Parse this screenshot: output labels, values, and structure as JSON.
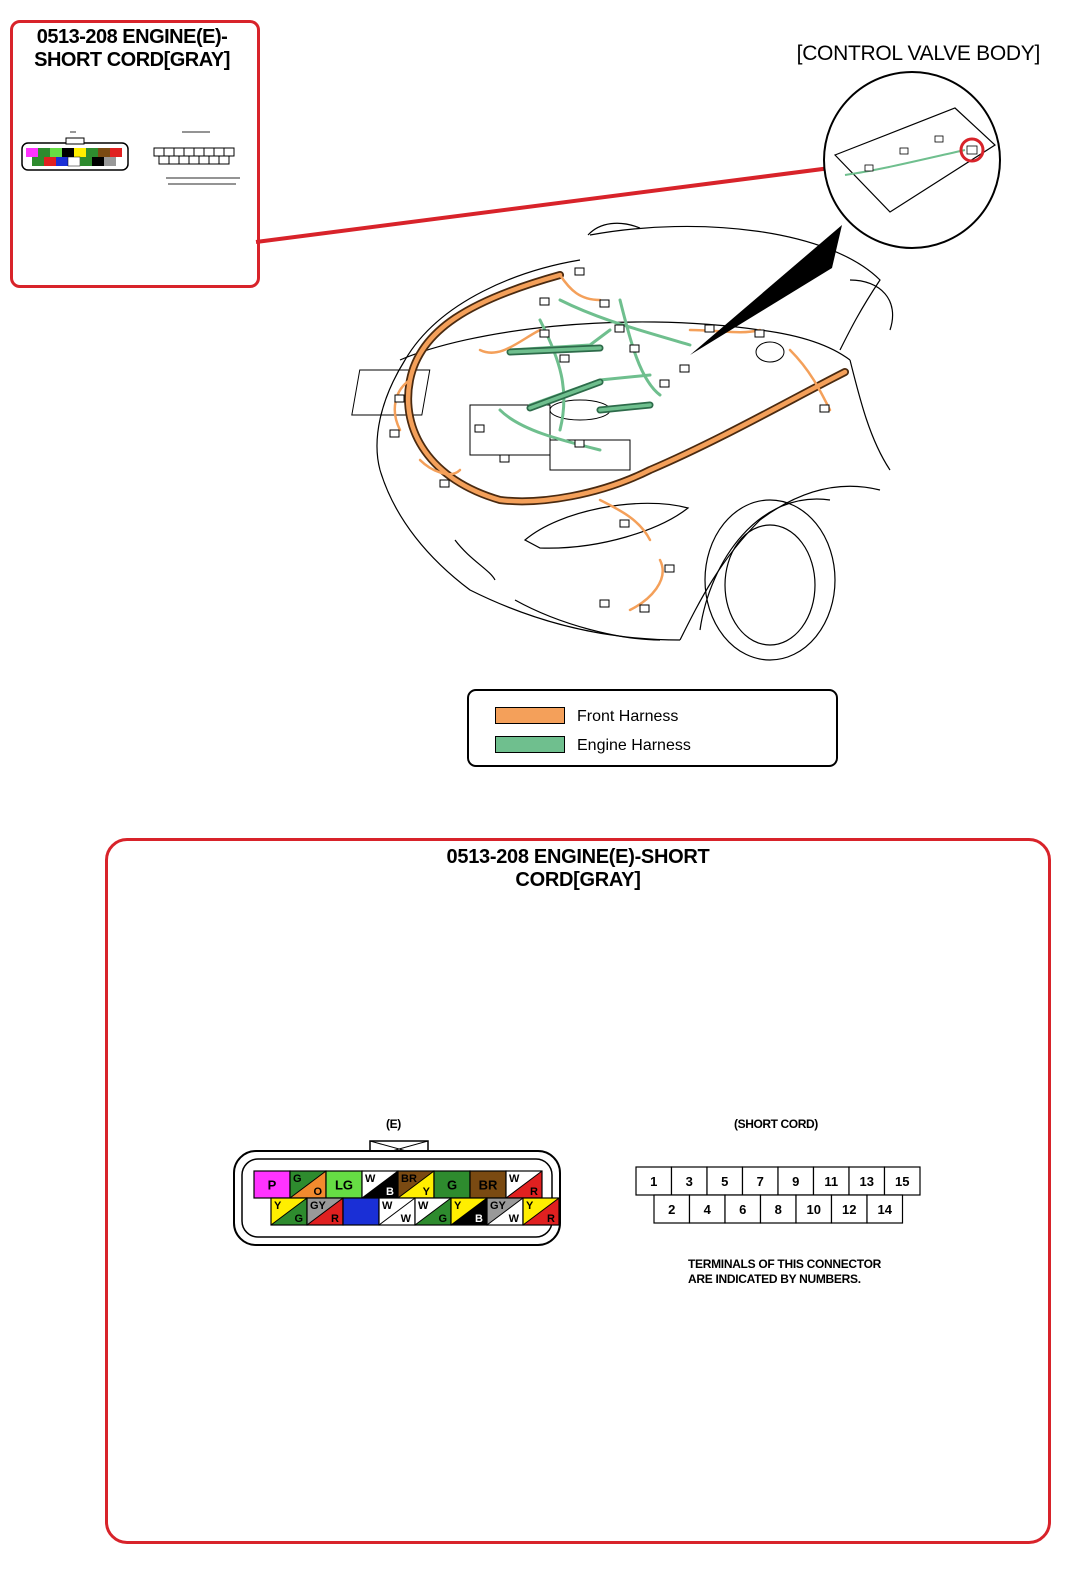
{
  "thumbnail": {
    "title_line1": "0513-208 ENGINE(E)-",
    "title_line2": "SHORT CORD[GRAY]"
  },
  "location": {
    "label": "[CONTROL VALVE BODY]"
  },
  "legend": {
    "items": [
      {
        "label": "Front Harness",
        "color": "#f4a05a"
      },
      {
        "label": "Engine Harness",
        "color": "#6fbf8e"
      }
    ]
  },
  "detail": {
    "title_line1": "0513-208 ENGINE(E)-SHORT",
    "title_line2": "CORD[GRAY]",
    "connector_e": {
      "label": "(E)",
      "top_row": [
        {
          "type": "solid",
          "color": "#ff33ff",
          "code": "P"
        },
        {
          "type": "split",
          "main": "#f28a2e",
          "stripe": "#2e8b2e",
          "code_main": "O",
          "code_stripe": "G"
        },
        {
          "type": "solid",
          "color": "#66dd44",
          "code": "LG"
        },
        {
          "type": "split",
          "main": "#000000",
          "stripe": "#ffffff",
          "code_main": "B",
          "code_stripe": "W"
        },
        {
          "type": "split",
          "main": "#ffee00",
          "stripe": "#7a4a12",
          "code_main": "Y",
          "code_stripe": "BR"
        },
        {
          "type": "solid",
          "color": "#2e8b2e",
          "code": "G"
        },
        {
          "type": "solid",
          "color": "#7a4a12",
          "code": "BR"
        },
        {
          "type": "split",
          "main": "#e02020",
          "stripe": "#ffffff",
          "code_main": "R",
          "code_stripe": "W"
        }
      ],
      "bottom_row": [
        {
          "type": "split",
          "main": "#2e8b2e",
          "stripe": "#ffee00",
          "code_main": "G",
          "code_stripe": "Y"
        },
        {
          "type": "split",
          "main": "#e02020",
          "stripe": "#999999",
          "code_main": "R",
          "code_stripe": "GY"
        },
        {
          "type": "solid",
          "color": "#1a2fd6",
          "code": ""
        },
        {
          "type": "split",
          "main": "#ffffff",
          "stripe": "#ffffff",
          "code_main": "W",
          "code_stripe": "W"
        },
        {
          "type": "split",
          "main": "#2e8b2e",
          "stripe": "#ffffff",
          "code_main": "G",
          "code_stripe": "W"
        },
        {
          "type": "split",
          "main": "#000000",
          "stripe": "#ffee00",
          "code_main": "B",
          "code_stripe": "Y"
        },
        {
          "type": "split",
          "main": "#ffffff",
          "stripe": "#999999",
          "code_main": "W",
          "code_stripe": "GY"
        },
        {
          "type": "split",
          "main": "#e02020",
          "stripe": "#ffee00",
          "code_main": "R",
          "code_stripe": "Y"
        }
      ]
    },
    "short_cord": {
      "label": "(SHORT CORD)",
      "top_row": [
        "1",
        "3",
        "5",
        "7",
        "9",
        "11",
        "13",
        "15"
      ],
      "bottom_row": [
        "2",
        "4",
        "6",
        "8",
        "10",
        "12",
        "14"
      ],
      "note_line1": "TERMINALS OF THIS CONNECTOR",
      "note_line2": "ARE INDICATED BY NUMBERS."
    }
  },
  "colors": {
    "frame_red": "#d8232a",
    "front_harness": "#f4a05a",
    "engine_harness": "#6fbf8e"
  }
}
